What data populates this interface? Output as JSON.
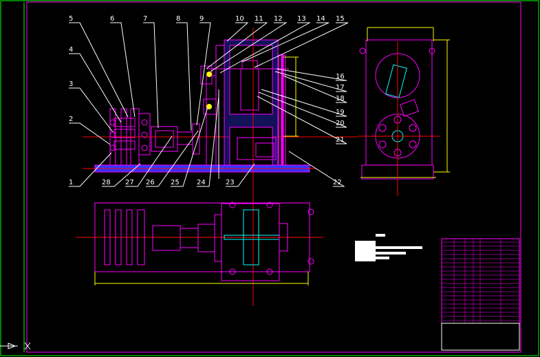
{
  "colors": {
    "background": "#000000",
    "frame_outer": "#00ff00",
    "frame_inner": "#ff00ff",
    "part_lines": "#ff00ff",
    "centerline": "#ff0000",
    "dimension": "#ffff00",
    "leader": "#ffffff",
    "highlight": "#00ffff",
    "blue_fill": "#3333ff"
  },
  "balloons_left": [
    {
      "n": "1"
    },
    {
      "n": "2"
    },
    {
      "n": "3"
    },
    {
      "n": "4"
    },
    {
      "n": "5"
    },
    {
      "n": "6"
    },
    {
      "n": "7"
    },
    {
      "n": "8"
    },
    {
      "n": "9"
    }
  ],
  "balloons_top": [
    {
      "n": "10"
    },
    {
      "n": "11"
    },
    {
      "n": "12"
    },
    {
      "n": "13"
    },
    {
      "n": "14"
    },
    {
      "n": "15"
    }
  ],
  "balloons_right": [
    {
      "n": "16"
    },
    {
      "n": "17"
    },
    {
      "n": "18"
    },
    {
      "n": "19"
    },
    {
      "n": "20"
    },
    {
      "n": "21"
    },
    {
      "n": "22"
    }
  ],
  "balloons_bottom": [
    {
      "n": "28"
    },
    {
      "n": "27"
    },
    {
      "n": "26"
    },
    {
      "n": "25"
    },
    {
      "n": "24"
    },
    {
      "n": "23"
    }
  ]
}
